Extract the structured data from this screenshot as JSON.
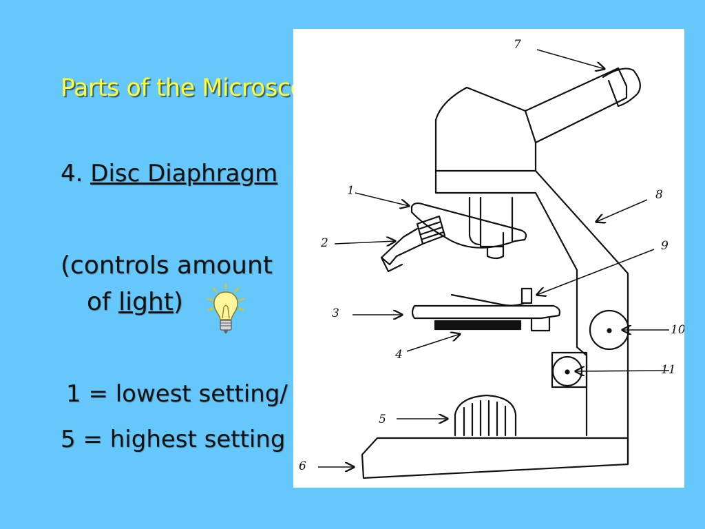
{
  "slide": {
    "title": "Parts of the Microscope",
    "heading_number": "4.",
    "heading_term": "Disc Diaphragm",
    "desc_part1": "(controls amount",
    "desc_part2_prefix": "of",
    "desc_part2_word": "light",
    "desc_part2_suffix": ")",
    "setting_low": "1 = lowest setting/",
    "setting_high": "5 = highest setting"
  },
  "diagram": {
    "callouts": [
      "1",
      "2",
      "3",
      "4",
      "5",
      "6",
      "7",
      "8",
      "9",
      "10",
      "11"
    ]
  },
  "colors": {
    "background": "#66c7fb",
    "title": "#ffff33",
    "panel": "#ffffff"
  },
  "icons": [
    "light-bulb-icon"
  ]
}
